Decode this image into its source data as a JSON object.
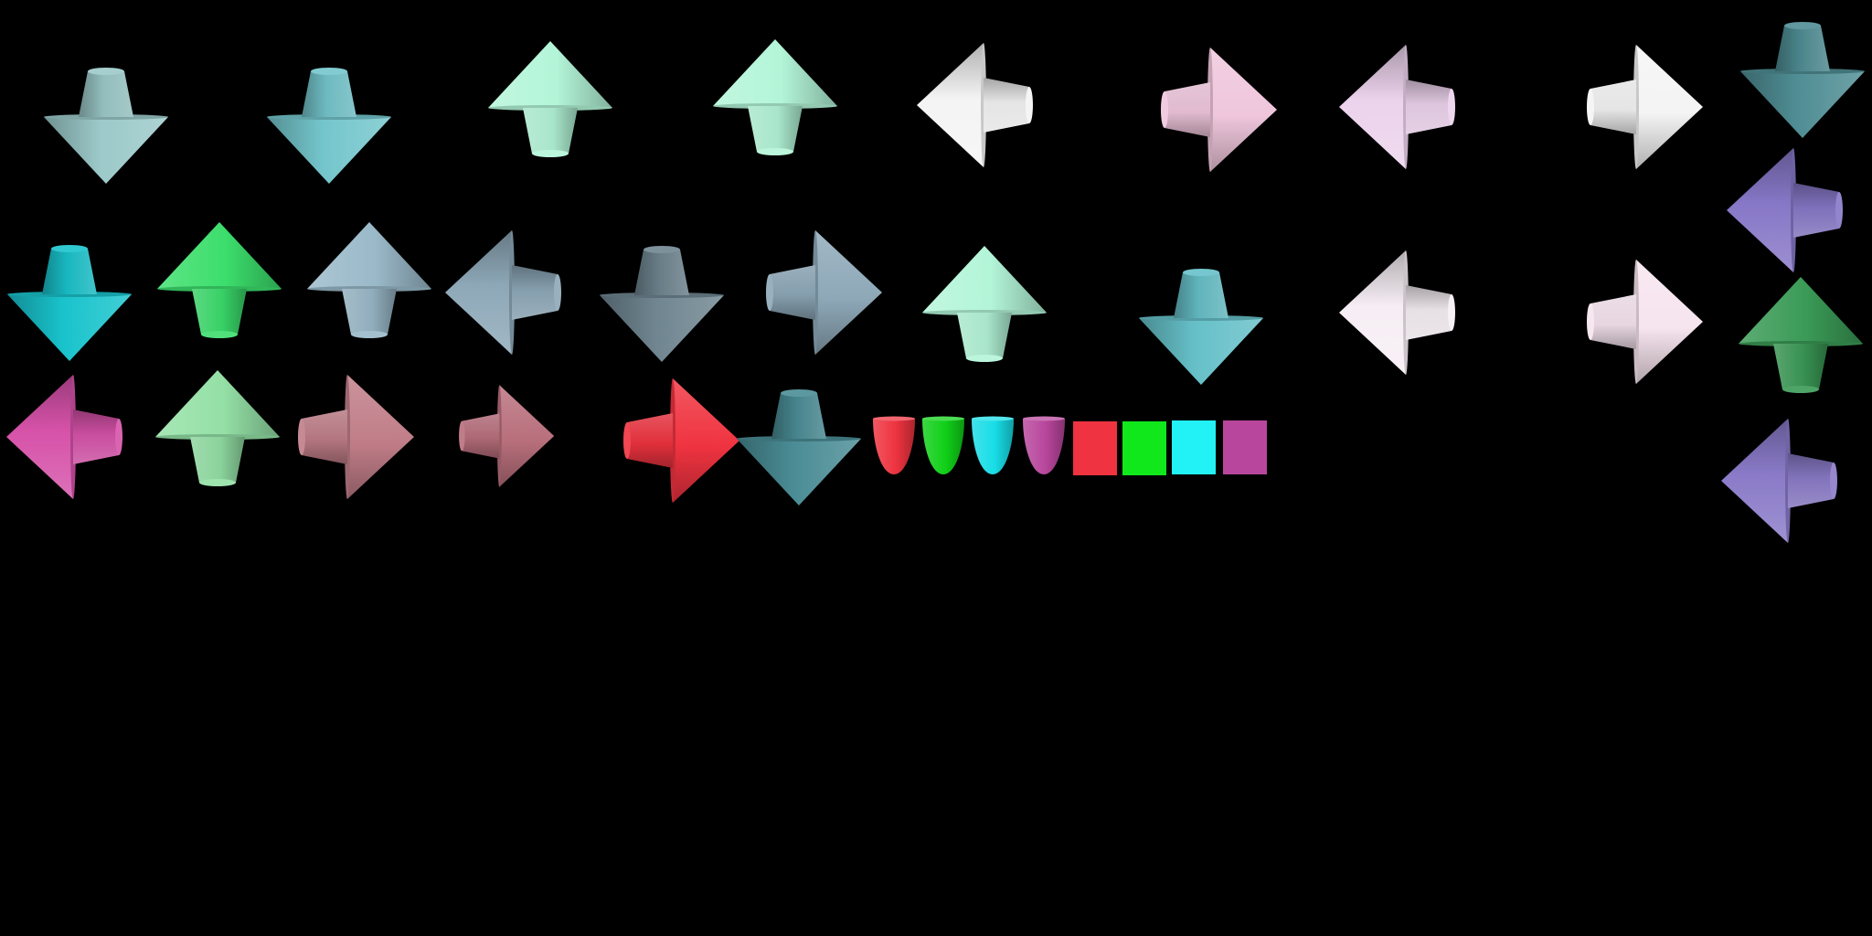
{
  "atlas": {
    "background": "#000000"
  },
  "sprites": [
    {
      "name": "arrow-down-pale-teal",
      "kind": "arrow",
      "direction": "down",
      "color": "#9cc9c9"
    },
    {
      "name": "arrow-down-teal",
      "kind": "arrow",
      "direction": "down",
      "color": "#74c6cc"
    },
    {
      "name": "arrow-up-mint",
      "kind": "arrow",
      "direction": "up",
      "color": "#b3f5d8"
    },
    {
      "name": "arrow-up-mint-2",
      "kind": "arrow",
      "direction": "up",
      "color": "#b3f5d8"
    },
    {
      "name": "arrow-left-white",
      "kind": "arrow",
      "direction": "left",
      "color": "#f4f4f4"
    },
    {
      "name": "arrow-right-pink",
      "kind": "arrow",
      "direction": "right",
      "color": "#efc6dc"
    },
    {
      "name": "arrow-left-lavender",
      "kind": "arrow",
      "direction": "left",
      "color": "#ecd3ec"
    },
    {
      "name": "arrow-right-white",
      "kind": "arrow",
      "direction": "right",
      "color": "#f4f4f4"
    },
    {
      "name": "arrow-down-dark-teal",
      "kind": "arrow",
      "direction": "down",
      "color": "#4f8d94"
    },
    {
      "name": "arrow-down-cyan",
      "kind": "arrow",
      "direction": "down",
      "color": "#19c3cc"
    },
    {
      "name": "arrow-up-green",
      "kind": "arrow",
      "direction": "up",
      "color": "#3cde6c"
    },
    {
      "name": "arrow-up-blue-gray",
      "kind": "arrow",
      "direction": "up",
      "color": "#9ab9c9"
    },
    {
      "name": "arrow-left-blue-gray",
      "kind": "arrow",
      "direction": "left",
      "color": "#8ea8b8"
    },
    {
      "name": "arrow-down-slate",
      "kind": "arrow",
      "direction": "down",
      "color": "#6f8590"
    },
    {
      "name": "arrow-right-blue-gray",
      "kind": "arrow",
      "direction": "right",
      "color": "#8ea8b8"
    },
    {
      "name": "arrow-up-mint-3",
      "kind": "arrow",
      "direction": "up",
      "color": "#b3f5d8"
    },
    {
      "name": "arrow-down-teal-2",
      "kind": "arrow",
      "direction": "down",
      "color": "#66c0c8"
    },
    {
      "name": "arrow-left-white-2",
      "kind": "arrow",
      "direction": "left",
      "color": "#f6eef4"
    },
    {
      "name": "arrow-right-pink-2",
      "kind": "arrow",
      "direction": "right",
      "color": "#f6e4ee"
    },
    {
      "name": "arrow-left-purple",
      "kind": "arrow",
      "direction": "left",
      "color": "#8777c7"
    },
    {
      "name": "arrow-up-forest-green",
      "kind": "arrow",
      "direction": "up",
      "color": "#3a9a56"
    },
    {
      "name": "arrow-left-magenta",
      "kind": "arrow",
      "direction": "left",
      "color": "#d652a9"
    },
    {
      "name": "arrow-up-light-green",
      "kind": "arrow",
      "direction": "up",
      "color": "#94e0a6"
    },
    {
      "name": "arrow-right-rose",
      "kind": "arrow",
      "direction": "right",
      "color": "#c07d88"
    },
    {
      "name": "arrow-right-rose-small",
      "kind": "arrow",
      "direction": "right",
      "color": "#b86f7c"
    },
    {
      "name": "arrow-right-red",
      "kind": "arrow",
      "direction": "right",
      "color": "#ef3340"
    },
    {
      "name": "arrow-down-dark-teal-2",
      "kind": "arrow",
      "direction": "down",
      "color": "#4a8c95"
    },
    {
      "name": "arrow-left-purple-2",
      "kind": "arrow",
      "direction": "left",
      "color": "#8a7ac8"
    },
    {
      "name": "cap-red",
      "kind": "cap",
      "color": "#ee3340"
    },
    {
      "name": "cap-green",
      "kind": "cap",
      "color": "#10d018"
    },
    {
      "name": "cap-cyan",
      "kind": "cap",
      "color": "#18dde6"
    },
    {
      "name": "cap-magenta",
      "kind": "cap",
      "color": "#b8469c"
    },
    {
      "name": "swatch-red",
      "kind": "swatch",
      "color": "#ef3340"
    },
    {
      "name": "swatch-green",
      "kind": "swatch",
      "color": "#10e81c"
    },
    {
      "name": "swatch-cyan",
      "kind": "swatch",
      "color": "#22f2f6"
    },
    {
      "name": "swatch-magenta",
      "kind": "swatch",
      "color": "#b8469c"
    }
  ]
}
